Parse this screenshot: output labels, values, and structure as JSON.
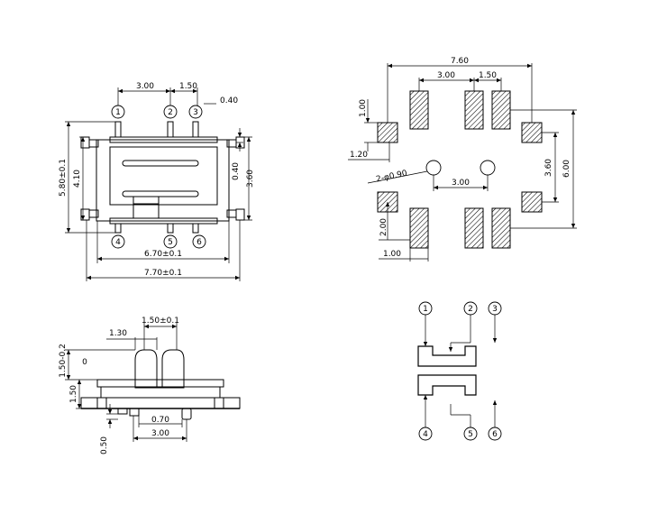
{
  "dims": {
    "top_view": {
      "d300": "3.00",
      "d150": "1.50",
      "d040": "0.40",
      "d580": "5.80±0.1",
      "d410": "4.10",
      "d040v": "0.40",
      "d360": "3.60",
      "d670": "6.70±0.1",
      "d770": "7.70±0.1"
    },
    "footprint": {
      "d760": "7.60",
      "d300": "3.00",
      "d150": "1.50",
      "d100": "1.00",
      "d120": "1.20",
      "dhole": "2-φ0.90",
      "d300b": "3.00",
      "d360": "3.60",
      "d600": "6.00",
      "d200": "2.00",
      "d100b": "1.00"
    },
    "side_view": {
      "d150": "1.50±0.1",
      "d130": "1.30",
      "d150v": "1.50",
      "d150tol": "1.50-0.2",
      "tol_upper": "0",
      "d070": "0.70",
      "d050": "0.50",
      "d300": "3.00"
    }
  },
  "pins": {
    "p1": "1",
    "p2": "2",
    "p3": "3",
    "p4": "4",
    "p5": "5",
    "p6": "6"
  }
}
